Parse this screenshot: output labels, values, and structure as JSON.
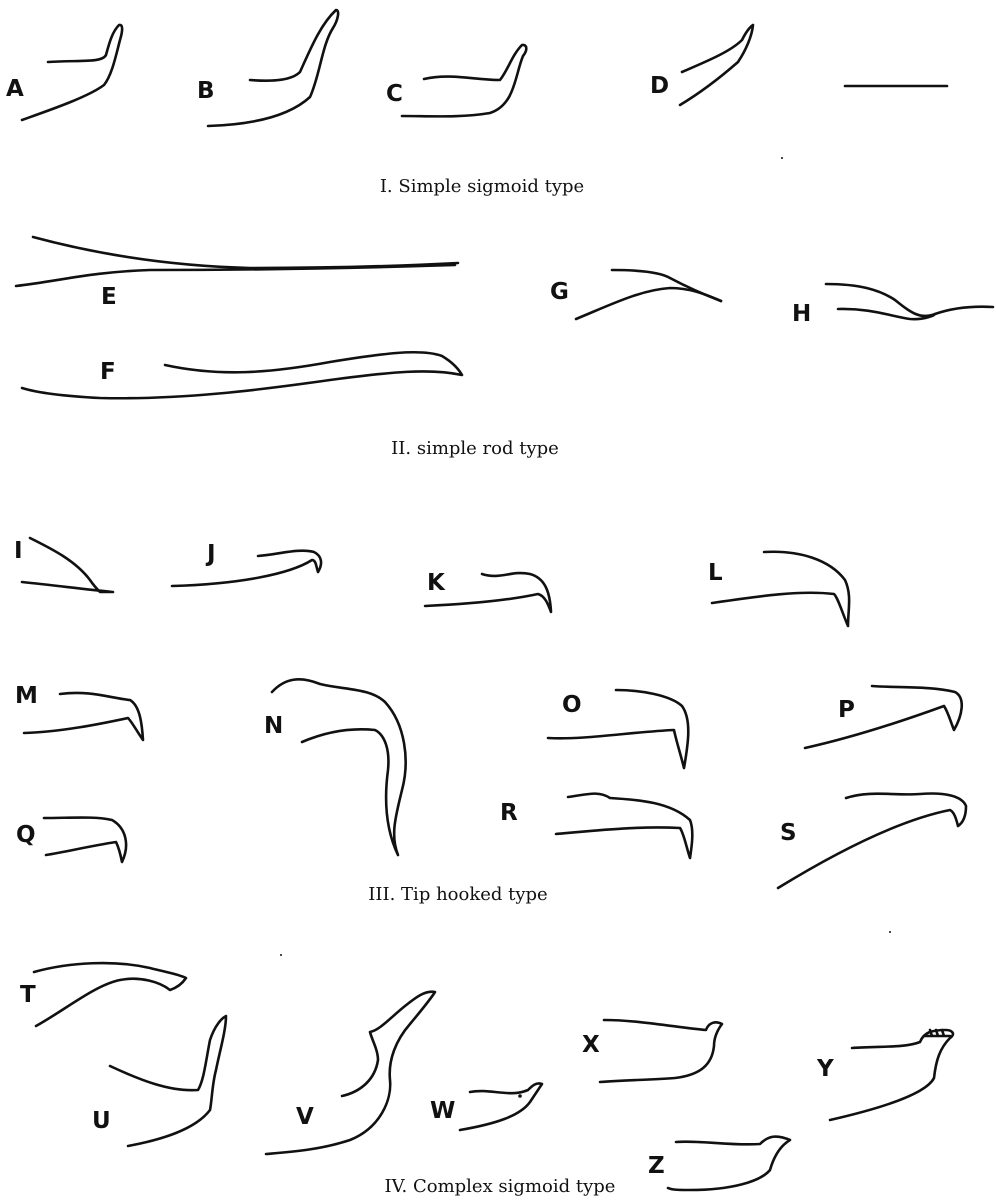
{
  "figure": {
    "sections": [
      {
        "id": "I",
        "caption": "I. Simple sigmoid type",
        "labels": [
          "A",
          "B",
          "C",
          "D"
        ]
      },
      {
        "id": "II",
        "caption": "II. simple rod type",
        "labels": [
          "E",
          "F",
          "G",
          "H"
        ]
      },
      {
        "id": "III",
        "caption": "III. Tip hooked type",
        "labels": [
          "I",
          "J",
          "K",
          "L",
          "M",
          "N",
          "O",
          "P",
          "Q",
          "R",
          "S"
        ]
      },
      {
        "id": "IV",
        "caption": "IV. Complex sigmoid type",
        "labels": [
          "T",
          "U",
          "V",
          "W",
          "X",
          "Y",
          "Z"
        ]
      }
    ],
    "colors": {
      "ink": "#111111",
      "background": "#ffffff"
    }
  }
}
